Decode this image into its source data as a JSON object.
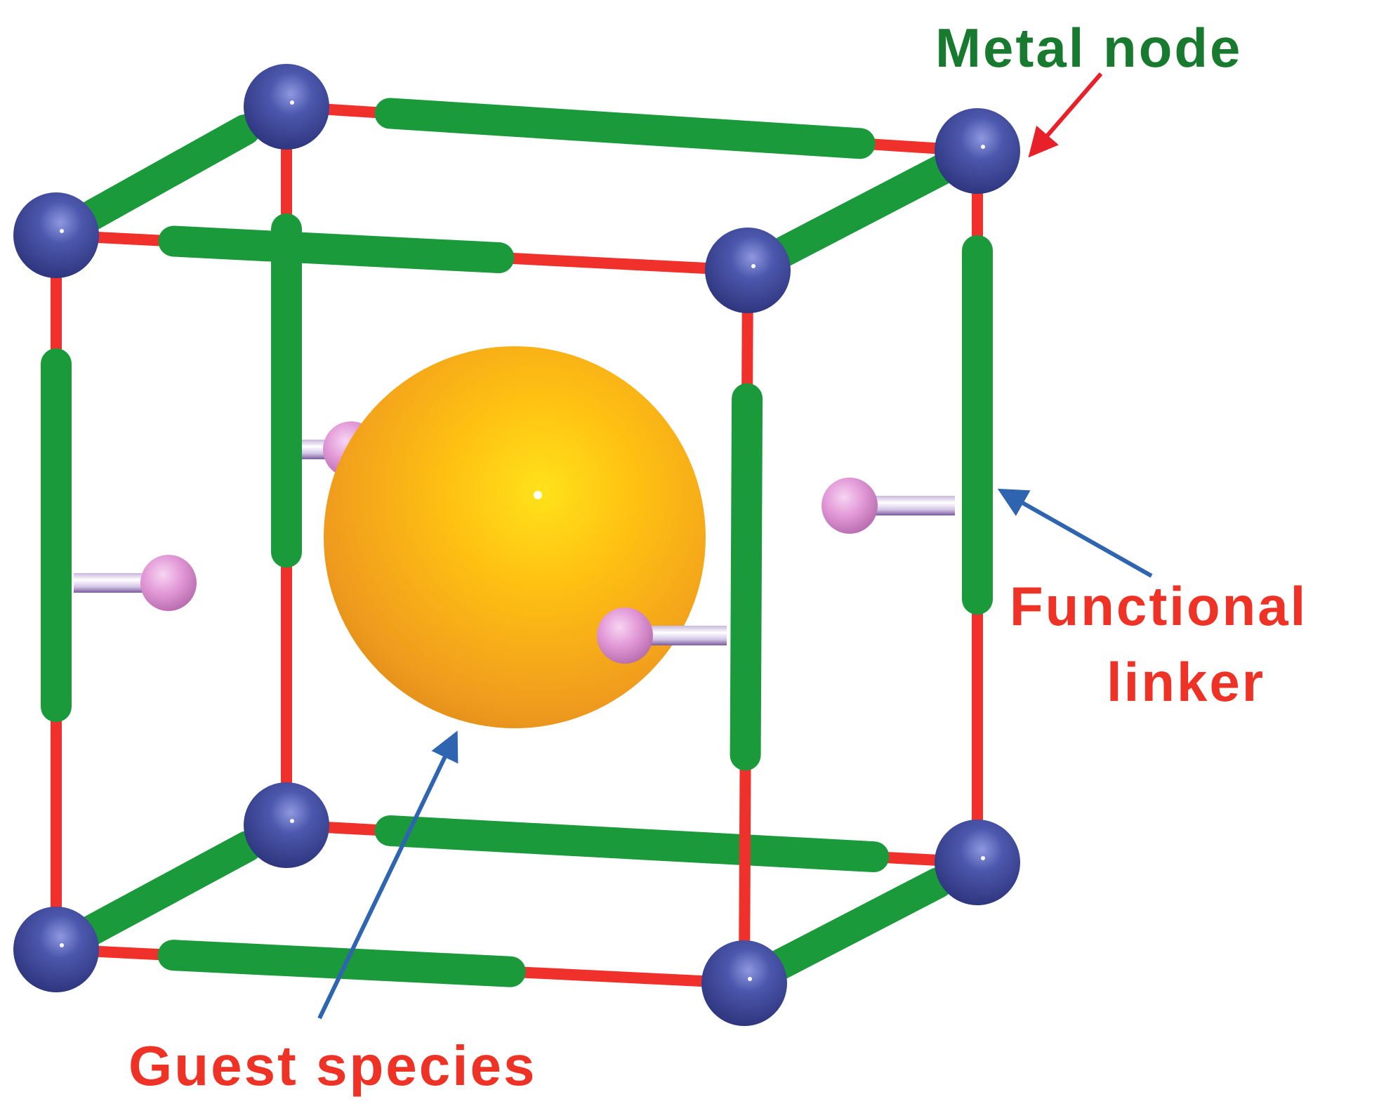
{
  "labels": {
    "metal_node": "Metal node",
    "functional_linker_line1": "Functional",
    "functional_linker_line2": "linker",
    "guest_species": "Guest species"
  },
  "colors": {
    "metal_node": "#3f4a9b",
    "linker_green": "#1a9a3a",
    "connector_red": "#f0302a",
    "guest_sphere": "#f5a81c",
    "functional_group_pink": "#e79ad8",
    "functional_group_stick": "#d8cde6",
    "label_green": "#187a2f",
    "label_red": "#ef3226",
    "arrow_red": "#e8202a",
    "arrow_blue": "#2e64b0"
  },
  "icons": {
    "node": "blue-sphere-icon",
    "guest": "orange-sphere-icon",
    "functional_group": "pink-ball-stick-icon"
  }
}
